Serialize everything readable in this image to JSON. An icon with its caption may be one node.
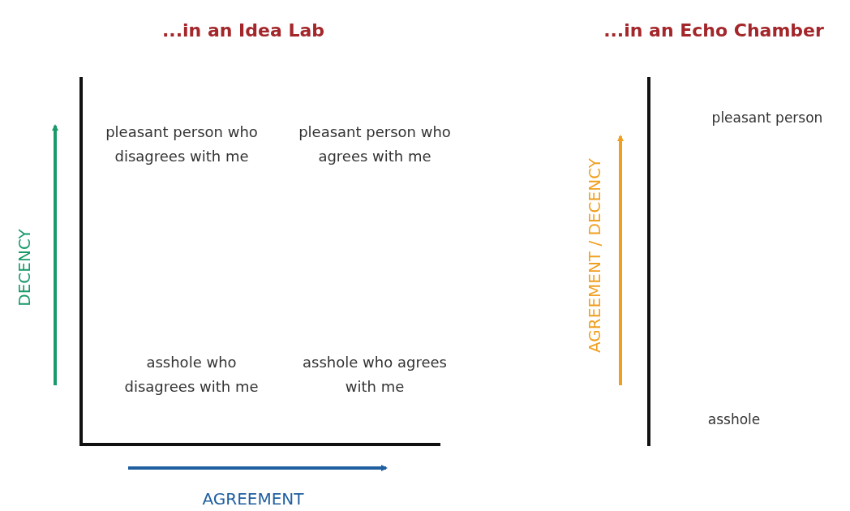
{
  "diagram": {
    "labels": [
      "...in an Idea Lab",
      "...in an Echo Chamber",
      "pleasant person who disagrees with me",
      "pleasant person who agrees with me",
      "pleasant person",
      "DECENCY",
      "AGREEMENT / DECENCY",
      "asshole who disagrees with me",
      "asshole who agrees with me",
      "asshole",
      "AGREEMENT"
    ]
  }
}
